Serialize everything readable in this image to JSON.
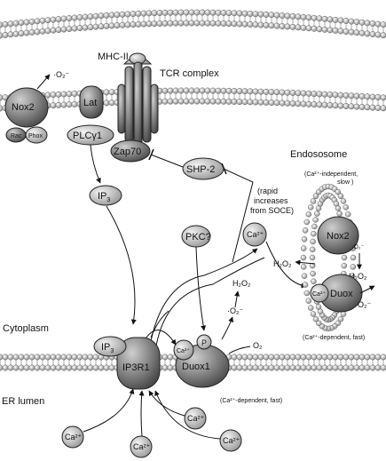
{
  "labels": {
    "mhc": "MHC-II",
    "tcr": "TCR complex",
    "superoxide_top": "·O₂⁻",
    "nox2": "Nox2",
    "rac": "Rac",
    "phox": "Phox",
    "lat": "Lat",
    "plc": "PLCγ1",
    "zap": "Zap70",
    "shp2": "SHP-2",
    "ip3_free": "IP",
    "ip3_sub": "3",
    "endosome": "Endososome",
    "endo_independent": "(Ca²⁺-independent,",
    "endo_slow": "slow )",
    "endo_nox2": "Nox2",
    "endo_o2_a": "·O₂⁻",
    "endo_h2o2_left": "H₂O₂",
    "endo_h2o2_right": "H₂O₂",
    "endo_duox": "Duox",
    "endo_ca": "Ca²⁺",
    "endo_o2_b": "O₂⁻",
    "endo_dependent": "(Ca²⁺-dependent, fast)",
    "rapid_1": "(rapid",
    "rapid_2": "increases",
    "rapid_3": "from SOCE)",
    "pkc": "PKC?",
    "ca_mid": "Ca²⁺",
    "h2o2_mid": "H₂O₂",
    "o2_mid": "·O₂⁻",
    "cytoplasm": "Cytoplasm",
    "ip3_bound": "IP",
    "ip3_bound_sub": "3",
    "ca_bound": "Ca²⁺",
    "p": "P",
    "ip3r1": "IP3R1",
    "duox1": "Duox1",
    "o2": "O₂",
    "er_lumen": "ER lumen",
    "er_dependent": "(Ca²⁺-dependent, fast)",
    "ca_lumen_1": "Ca²⁺",
    "ca_lumen_2": "Ca²⁺",
    "ca_lumen_3": "Ca²⁺",
    "ca_lumen_4": "Ca²⁺"
  },
  "colors": {
    "lipid_head": "#b8b8b8",
    "protein_light": "#d2d2d2",
    "protein_dark": "#8a8a8a",
    "line": "#111111"
  }
}
